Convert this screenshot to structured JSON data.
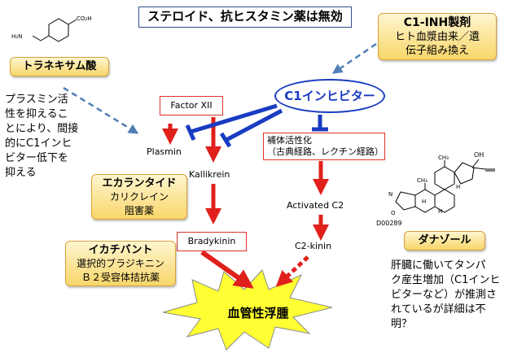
{
  "title": "ステロイド、抗ヒスタミン薬は無効",
  "c1inh_products": {
    "line1": "C1-INH製剤",
    "line2": "ヒト血漿由来／遺",
    "line3": "伝子組み換え"
  },
  "tranexamic": {
    "label": "トラネキサム酸",
    "note": [
      "プラスミン活",
      "性を抑えるこ",
      "とにより、間接",
      "的にC1インヒ",
      "ビター低下を",
      "抑える"
    ]
  },
  "c1_inhibitor": "C1インヒビター",
  "factor_xii": "Factor XII",
  "plasmin": "Plasmin",
  "kallikrein": "Kallikrein",
  "complement": {
    "line1": "補体活性化",
    "line2": "（古典経路、レクチン経路）"
  },
  "activated_c2": "Activated C2",
  "c2_kinin": "C2-kinin",
  "bradykinin": "Bradykinin",
  "ecallantide": {
    "name": "エカランタイド",
    "desc1": "カリクレイン",
    "desc2": "阻害薬"
  },
  "icatibant": {
    "name": "イカチバント",
    "desc1": "選択的ブラジキニン",
    "desc2": "Ｂ２受容体拮抗薬"
  },
  "danazol": {
    "name": "ダナゾール",
    "note": [
      "肝臓に働いてタンパ",
      "ク産生増加（C1インヒ",
      "ビターなど）が推測さ",
      "れているが詳細は不",
      "明？"
    ]
  },
  "edema": "血管性浮腫",
  "structure_code": "D00289",
  "tranexamic_groups": {
    "acid": "CO₂H",
    "amine": "H₂N"
  },
  "danazol_groups": {
    "methyl1": "CH₃",
    "methyl2": "CH₃",
    "hydroxyl": "OH",
    "h1": "H",
    "h2": "H",
    "h3": "H",
    "n": "N",
    "o": "O"
  },
  "colors": {
    "red_arrow": "#e0201b",
    "blue_inhibit": "#1a3cc2",
    "dashed_arrow": "#4f7fb5",
    "burst_fill": "#ffff33",
    "gold_box": "#f8d66a",
    "box_border": "#e0322b"
  }
}
